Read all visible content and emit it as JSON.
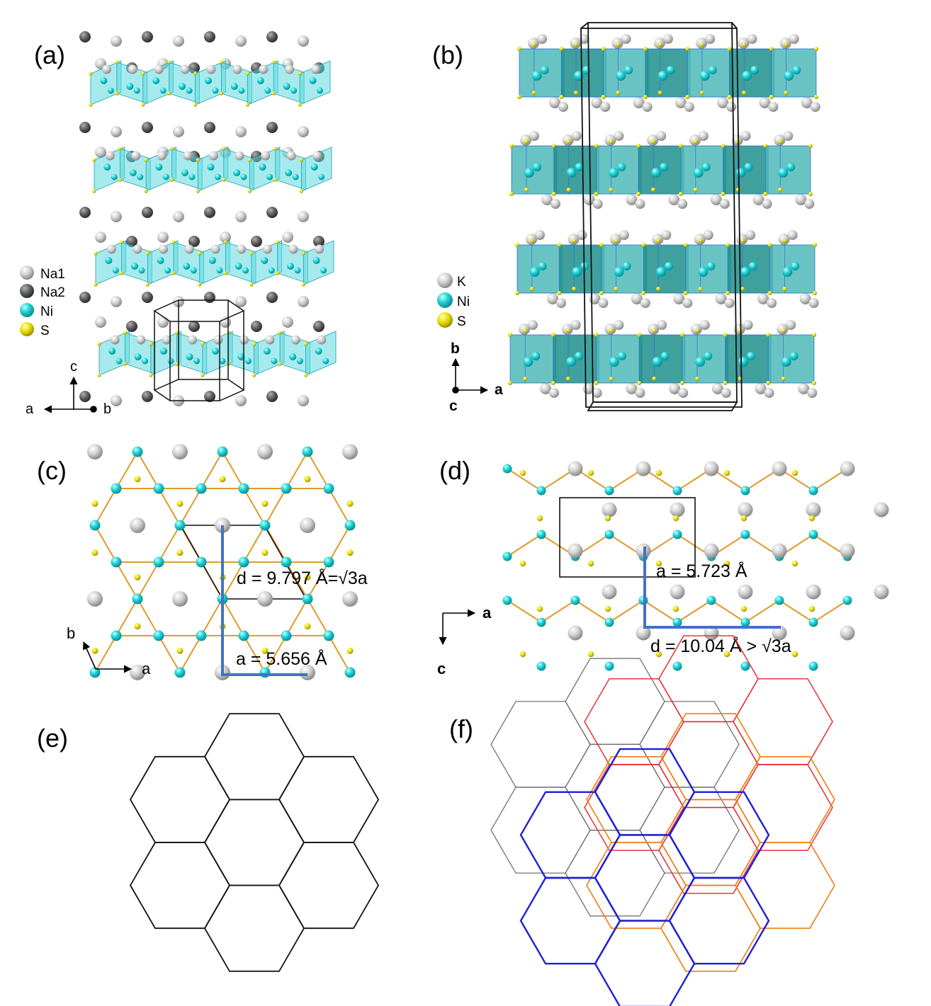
{
  "panels": {
    "a": {
      "label": "(a)",
      "legend": [
        "Na1",
        "Na2",
        "Ni",
        "S"
      ],
      "axes": {
        "c": "c",
        "a": "a",
        "b": "b"
      }
    },
    "b": {
      "label": "(b)",
      "legend": [
        "K",
        "Ni",
        "S"
      ],
      "axes": {
        "b": "b",
        "a": "a",
        "c": "c"
      }
    },
    "c": {
      "label": "(c)",
      "annotations": [
        "d = 9.797 Å=√3a",
        "a = 5.656 Å"
      ],
      "axes": {
        "b": "b",
        "a": "a"
      }
    },
    "d": {
      "label": "(d)",
      "annotations": [
        "a = 5.723 Å",
        "d = 10.04 Å > √3a"
      ],
      "axes": {
        "a": "a",
        "c": "c"
      }
    },
    "e": {
      "label": "(e)"
    },
    "f": {
      "label": "(f)"
    }
  },
  "colors": {
    "na1": "#c9c9c9",
    "na2": "#5c5c5c",
    "ni": "#18c8cc",
    "s": "#e0d400",
    "slab_a": "#7fe3ea",
    "slab_b": "#1f8f8c",
    "bond": "#e09a2a",
    "highlight": "#4472c4",
    "f_black": "#666666",
    "f_red": "#e8232a",
    "f_orange": "#f07d10",
    "f_blue": "#1f1fd6"
  }
}
